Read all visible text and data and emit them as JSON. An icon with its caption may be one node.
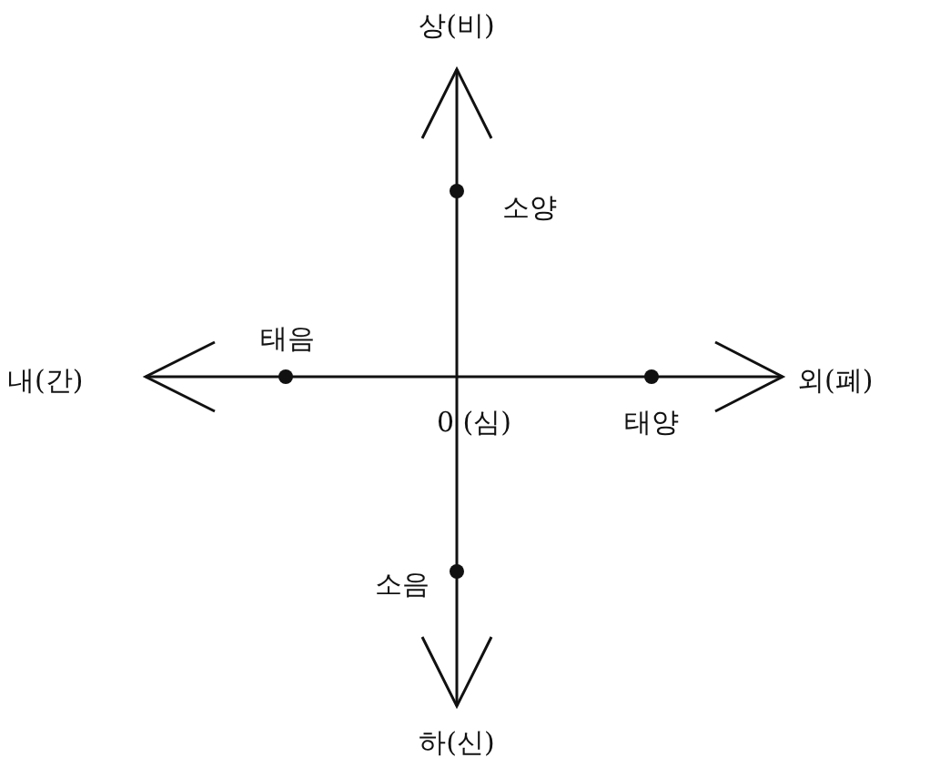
{
  "diagram": {
    "labels": [
      "상(비)",
      "소양",
      "태음",
      "내(간)",
      "외(폐)",
      "0 (심)",
      "태양",
      "소음",
      "하(신)"
    ]
  }
}
